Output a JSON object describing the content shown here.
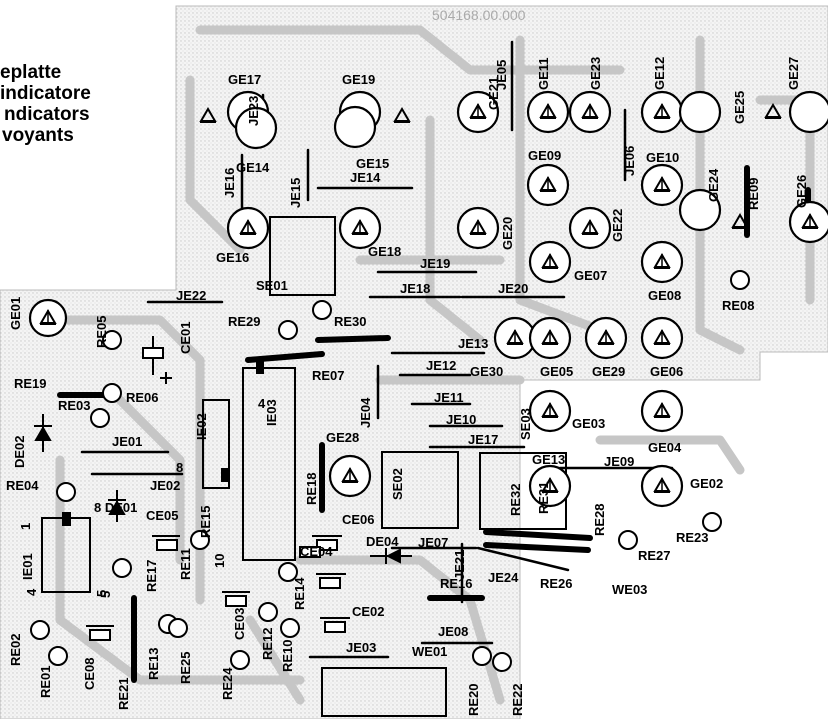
{
  "legend": [
    "eplatte",
    "indicatore",
    "ndicators",
    "voyants"
  ],
  "board_code": "504168.00.000",
  "leds": [
    {
      "name": "GE17",
      "label": "GE17"
    },
    {
      "name": "GE14",
      "label": "GE14"
    },
    {
      "name": "GE19",
      "label": "GE19"
    },
    {
      "name": "GE15",
      "label": "GE15"
    },
    {
      "name": "GE16",
      "label": "GE16"
    },
    {
      "name": "GE18",
      "label": "GE18"
    },
    {
      "name": "GE21",
      "label": "GE21"
    },
    {
      "name": "GE20",
      "label": "GE20"
    },
    {
      "name": "GE11",
      "label": "GE11"
    },
    {
      "name": "GE23",
      "label": "GE23"
    },
    {
      "name": "GE09",
      "label": "GE09"
    },
    {
      "name": "GE22",
      "label": "GE22"
    },
    {
      "name": "GE07",
      "label": "GE07"
    },
    {
      "name": "GE12",
      "label": "GE12"
    },
    {
      "name": "GE25",
      "label": "GE25"
    },
    {
      "name": "GE10",
      "label": "GE10"
    },
    {
      "name": "GE24",
      "label": "GE24"
    },
    {
      "name": "GE08",
      "label": "GE08"
    },
    {
      "name": "GE27",
      "label": "GE27"
    },
    {
      "name": "GE26",
      "label": "GE26"
    },
    {
      "name": "GE01",
      "label": "GE01"
    },
    {
      "name": "GE30",
      "label": "GE30"
    },
    {
      "name": "GE05",
      "label": "GE05"
    },
    {
      "name": "GE29",
      "label": "GE29"
    },
    {
      "name": "GE06",
      "label": "GE06"
    },
    {
      "name": "GE03",
      "label": "GE03"
    },
    {
      "name": "GE04",
      "label": "GE04"
    },
    {
      "name": "GE13",
      "label": "GE13"
    },
    {
      "name": "GE02",
      "label": "GE02"
    },
    {
      "name": "GE28",
      "label": "GE28"
    }
  ],
  "labels": [
    "JE23",
    "JE16",
    "JE15",
    "JE14",
    "JE05",
    "JE06",
    "SE01",
    "JE19",
    "JE18",
    "JE20",
    "JE22",
    "RE29",
    "RE30",
    "RE08",
    "RE05",
    "CE01",
    "RE19",
    "RE06",
    "RE07",
    "RE03",
    "DE02",
    "JE13",
    "JE12",
    "JE01",
    "JE02",
    "JE04",
    "IE03",
    "IE02",
    "RE18",
    "JE11",
    "JE10",
    "JE17",
    "SE02",
    "SE03",
    "JE09",
    "RE04",
    "8 DE01",
    "IE01",
    "CE05",
    "RE15",
    "CE06",
    "RE32",
    "RE31",
    "RE28",
    "DE04",
    "JE07",
    "CE04",
    "RE27",
    "RE23",
    "RE17",
    "RE11",
    "RE14",
    "JE21",
    "JE24",
    "RE26",
    "WE03",
    "RE16",
    "CE02",
    "RE02",
    "CE03",
    "RE12",
    "RE10",
    "RE01",
    "CE08",
    "RE21",
    "RE13",
    "RE25",
    "RE24",
    "JE03",
    "WE01",
    "JE08",
    "RE20",
    "RE22",
    "RE09"
  ],
  "pins": [
    "4",
    "8",
    "5",
    "10",
    "1",
    "4",
    "5"
  ]
}
